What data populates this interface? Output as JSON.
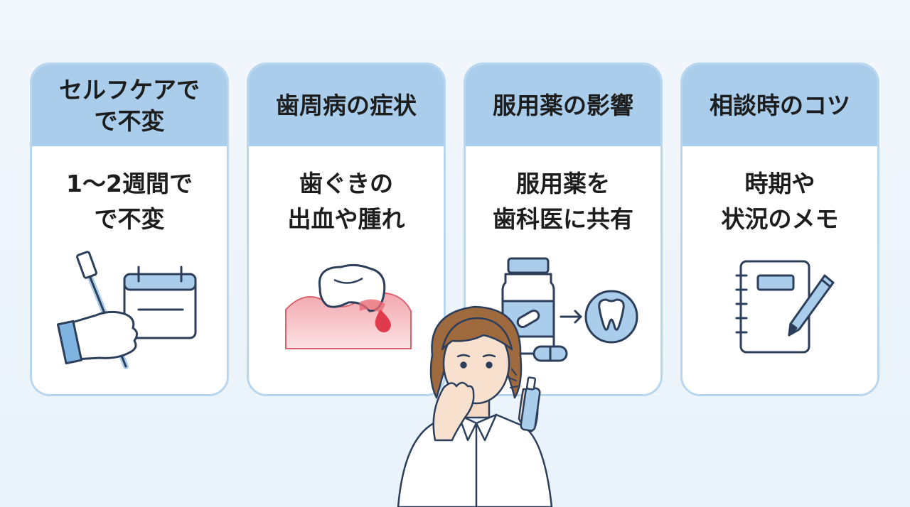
{
  "cards": [
    {
      "title": "セルフケアで\nで不変",
      "text": "1〜2週間で\nで不変",
      "icon": "toothbrush-calendar-icon"
    },
    {
      "title": "歯周病の症状",
      "text": "歯ぐきの\n出血や腫れ",
      "icon": "bleeding-gum-icon"
    },
    {
      "title": "服用薬の影響",
      "text": "服用薬を\n歯科医に共有",
      "icon": "medicine-to-tooth-icon"
    },
    {
      "title": "相談時のコツ",
      "text": "時期や\n状況のメモ",
      "icon": "notebook-pen-icon"
    }
  ],
  "colors": {
    "header": "#a9cdea",
    "border": "#b9d6ef",
    "accent": "#7fb4e0",
    "line": "#2c3e5a",
    "blood": "#e03b4c"
  },
  "figure": "woman-with-mouth-spray"
}
